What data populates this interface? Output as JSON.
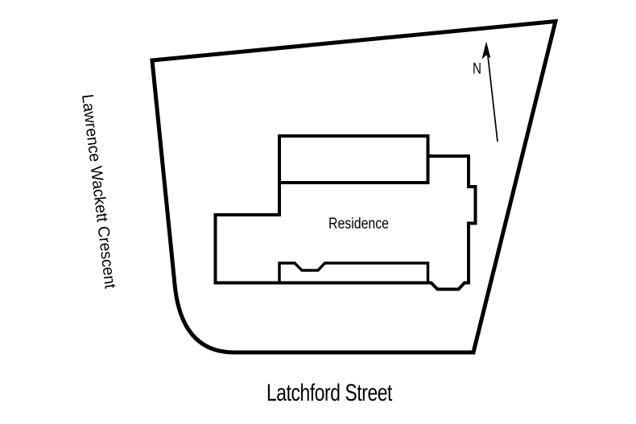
{
  "diagram": {
    "type": "residential-site-plan",
    "background": "#ffffff",
    "ink": "#000000",
    "labels": {
      "residence": "Residence",
      "street_left": "Lawrence Wackett Crescent",
      "street_bottom": "Latchford Street",
      "compass_north": "N"
    }
  }
}
